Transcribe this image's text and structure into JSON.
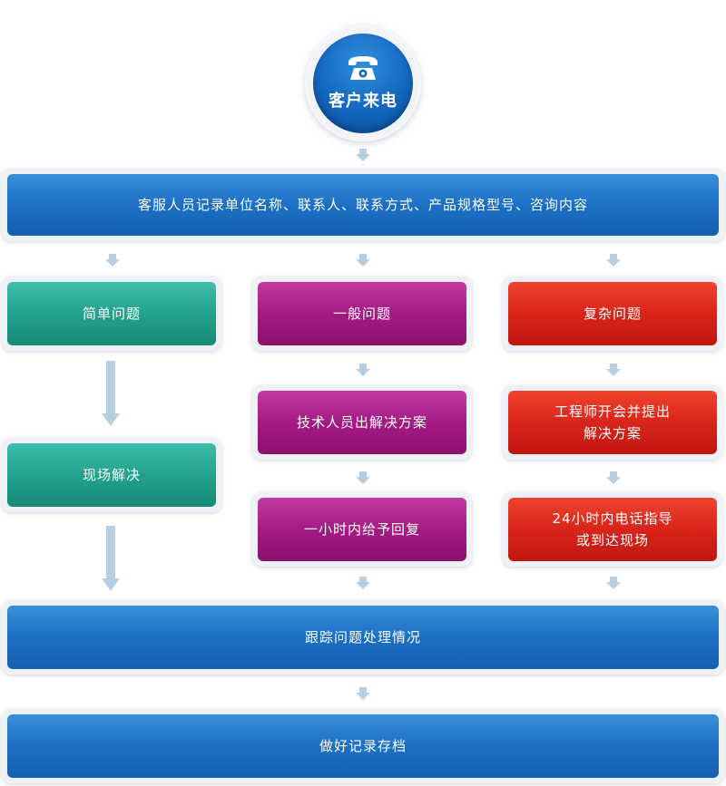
{
  "start": {
    "label": "客户来电",
    "icon": "telephone-icon"
  },
  "record_step": {
    "label": "客服人员记录单位名称、联系人、联系方式、产品规格型号、咨询内容"
  },
  "columns": {
    "simple": {
      "label": "简单问题",
      "resolve": "现场解决"
    },
    "general": {
      "label": "一般问题",
      "step1": "技术人员出解决方案",
      "step2": "一小时内给予回复"
    },
    "complex": {
      "label": "复杂问题",
      "step1": "工程师开会并提出\n解决方案",
      "step2": "24小时内电话指导\n或到达现场"
    }
  },
  "track_step": {
    "label": "跟踪问题处理情况"
  },
  "archive_step": {
    "label": "做好记录存档"
  },
  "colors": {
    "blue": "#1d6fc4",
    "teal": "#22a28c",
    "magenta": "#a51a85",
    "red": "#d9241a",
    "arrow": "#b7cde0"
  }
}
